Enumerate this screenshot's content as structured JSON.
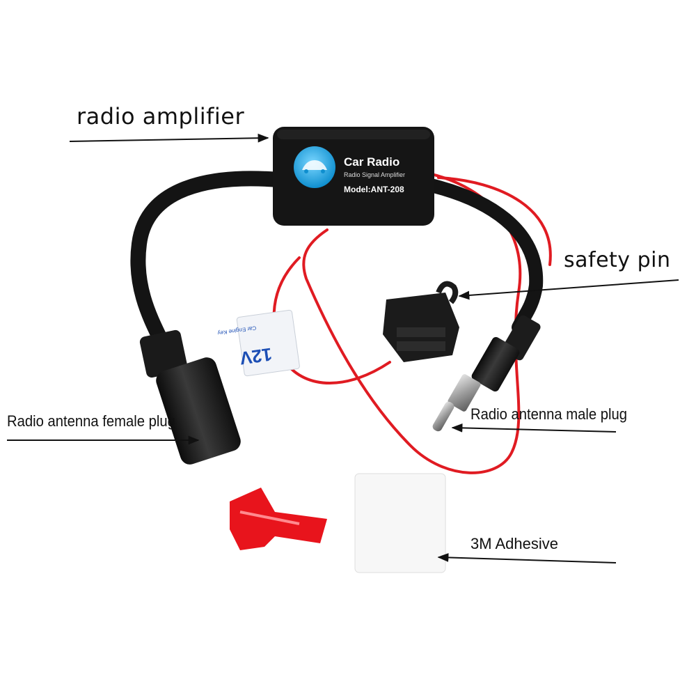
{
  "callouts": {
    "radio_amplifier": "radio amplifier",
    "safety_pin": "safety pin",
    "female_plug": "Radio antenna female plug",
    "male_plug": "Radio antenna male plug",
    "adhesive": "3M Adhesive"
  },
  "device": {
    "brand": "Car Radio",
    "subtitle": "Radio Signal Amplifier",
    "model": "Model:ANT-208"
  },
  "tag": {
    "voltage": "12V",
    "note": "Car Engine Key"
  },
  "colors": {
    "wire_red": "#e01b22",
    "cable_black": "#141414",
    "badge_blue": "#1aa6e0",
    "connector_red": "#e8141c"
  }
}
